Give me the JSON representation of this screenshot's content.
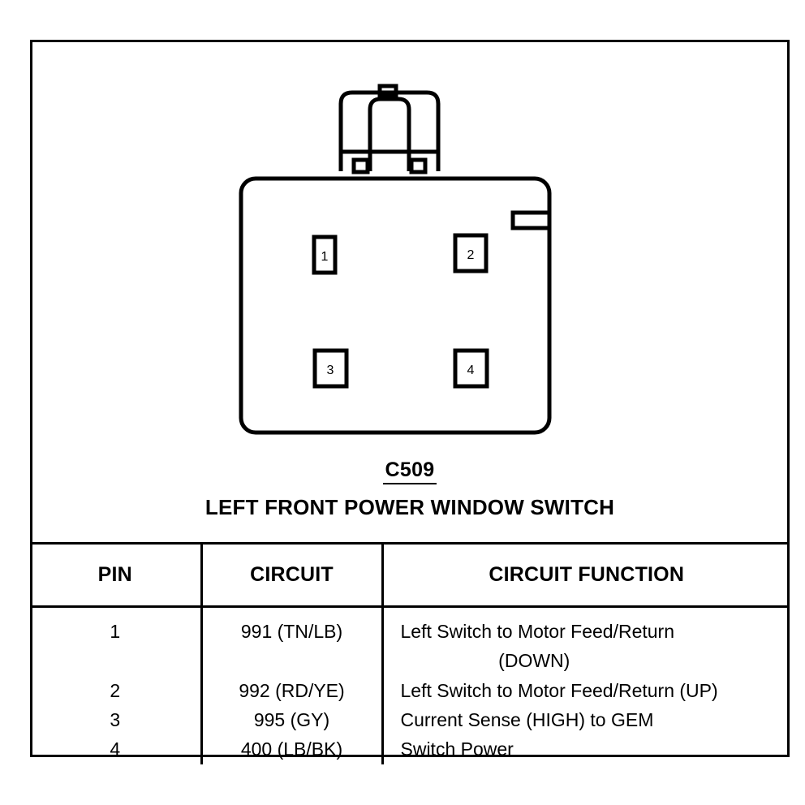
{
  "figure": {
    "connector_code": "C509",
    "connector_title": "LEFT FRONT POWER WINDOW SWITCH",
    "pin_labels": {
      "p1": "1",
      "p2": "2",
      "p3": "3",
      "p4": "4"
    },
    "colors": {
      "line": "#000000",
      "background": "#ffffff"
    }
  },
  "table": {
    "headers": {
      "pin": "PIN",
      "circuit": "CIRCUIT",
      "function": "CIRCUIT FUNCTION"
    },
    "rows": [
      {
        "pin": "1",
        "circuit": "991 (TN/LB)",
        "function_line_1": "Left Switch to Motor Feed/Return",
        "function_line_2": "(DOWN)"
      },
      {
        "pin": "2",
        "circuit": "992 (RD/YE)",
        "function_line_1": "Left Switch to Motor Feed/Return (UP)",
        "function_line_2": ""
      },
      {
        "pin": "3",
        "circuit": "995 (GY)",
        "function_line_1": "Current Sense (HIGH) to GEM",
        "function_line_2": ""
      },
      {
        "pin": "4",
        "circuit": "400 (LB/BK)",
        "function_line_1": "Switch Power",
        "function_line_2": ""
      }
    ]
  }
}
